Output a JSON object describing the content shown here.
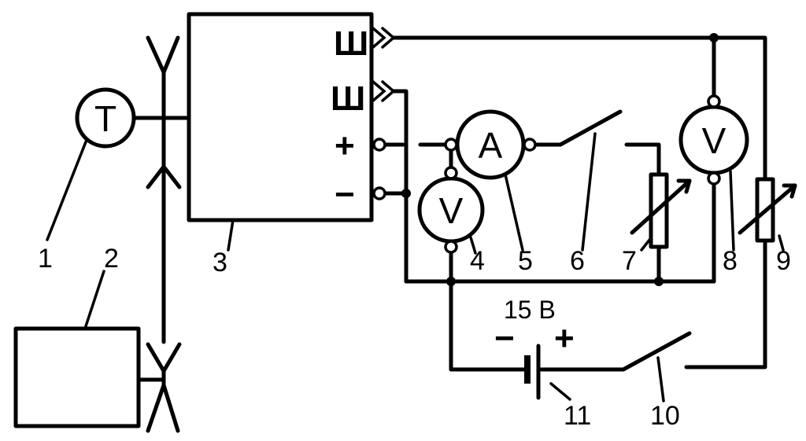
{
  "meters": {
    "tester": "T",
    "ammeter": "A",
    "voltmeter_4": "V",
    "voltmeter_8": "V"
  },
  "terminals": {
    "plus": "+",
    "minus": "−",
    "e1": "Ш",
    "e2": "Ш"
  },
  "battery": {
    "voltage": "15 В",
    "minus": "−",
    "plus": "+"
  },
  "labels": [
    "1",
    "2",
    "3",
    "4",
    "5",
    "6",
    "7",
    "8",
    "9",
    "10",
    "11"
  ]
}
